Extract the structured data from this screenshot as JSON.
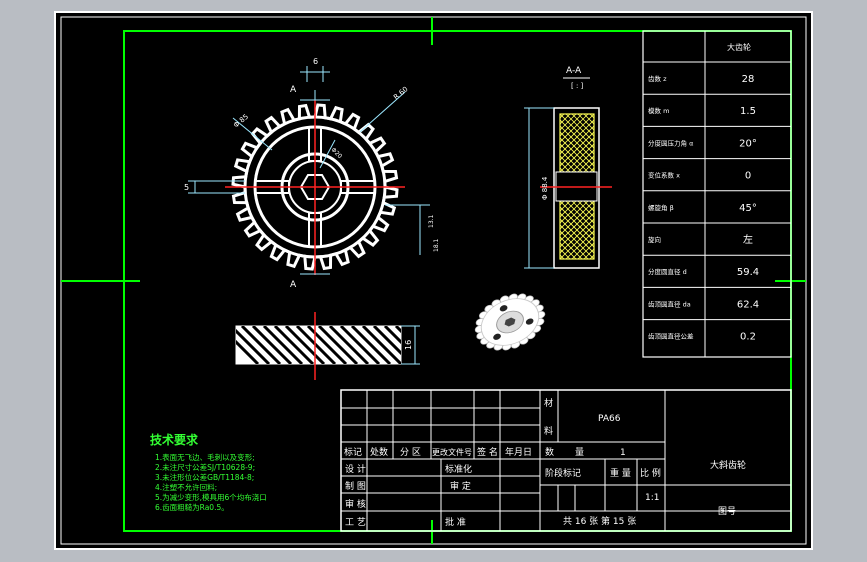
{
  "colors": {
    "background": "#000000",
    "frame": "#ffffff",
    "border": "#00ff00",
    "text": "#ffffff",
    "dimension": "#9be7ff",
    "centerline": "#ff2222",
    "hatch": "#ffff55"
  },
  "views": {
    "section_title": "A-A",
    "section_mark_left": "A",
    "section_mark_bottom": "A",
    "dim_top": "6",
    "dim_left": "5",
    "dim_radius_a": "Φ 85",
    "dim_radius_b": "R 60",
    "dim_hub": "Φ20",
    "dim_right_a": "13.1",
    "dim_right_b": "18.1",
    "dim_section_height": "Φ 88.4",
    "dim_rack_height": "16"
  },
  "params": {
    "header": "大齿轮",
    "rows": [
      {
        "label": "齿数 z",
        "value": "28"
      },
      {
        "label": "模数 m",
        "value": "1.5"
      },
      {
        "label": "分度圆压力角 α",
        "value": "20°"
      },
      {
        "label": "变位系数 x",
        "value": "0"
      },
      {
        "label": "螺旋角 β",
        "value": "45°"
      },
      {
        "label": "旋向",
        "value": "左"
      },
      {
        "label": "分度圆直径 d",
        "value": "59.4"
      },
      {
        "label": "齿顶圆直径 da",
        "value": "62.4"
      },
      {
        "label": "齿顶圆直径公差",
        "value": "0.2"
      }
    ]
  },
  "notes": {
    "title": "技术要求",
    "items": [
      "1.表面无飞边、毛刺以及变形;",
      "2.未注尺寸公差SJ/T10628-9;",
      "3.未注形位公差GB/T1184-8;",
      "4.注塑不允许回料;",
      "5.为减少变形,模具用6个均布浇口",
      "6.齿面粗糙为Ra0.5。"
    ]
  },
  "title_block": {
    "material_label": "材料",
    "material_value": "PA66",
    "mark_label": "标记",
    "count_label": "处数",
    "zone_label": "分 区",
    "change_doc_label": "更改文件号",
    "sign_label": "签 名",
    "date_label": "年月日",
    "design_label": "设 计",
    "standard_label": "标准化",
    "draw_label": "制 图",
    "audit_label": "审 定",
    "check_label": "审 核",
    "craft_label": "工 艺",
    "approve_label": "批 准",
    "qty_label": "数",
    "qty_label2": "量",
    "qty_value": "1",
    "stage_label": "阶段标记",
    "weight_label": "重 量",
    "scale_label": "比 例",
    "scale_value": "1:1",
    "sheets_text": "共 16 张 第 15 张",
    "part_name": "大斜齿轮",
    "drawing_no_label": "图号"
  }
}
